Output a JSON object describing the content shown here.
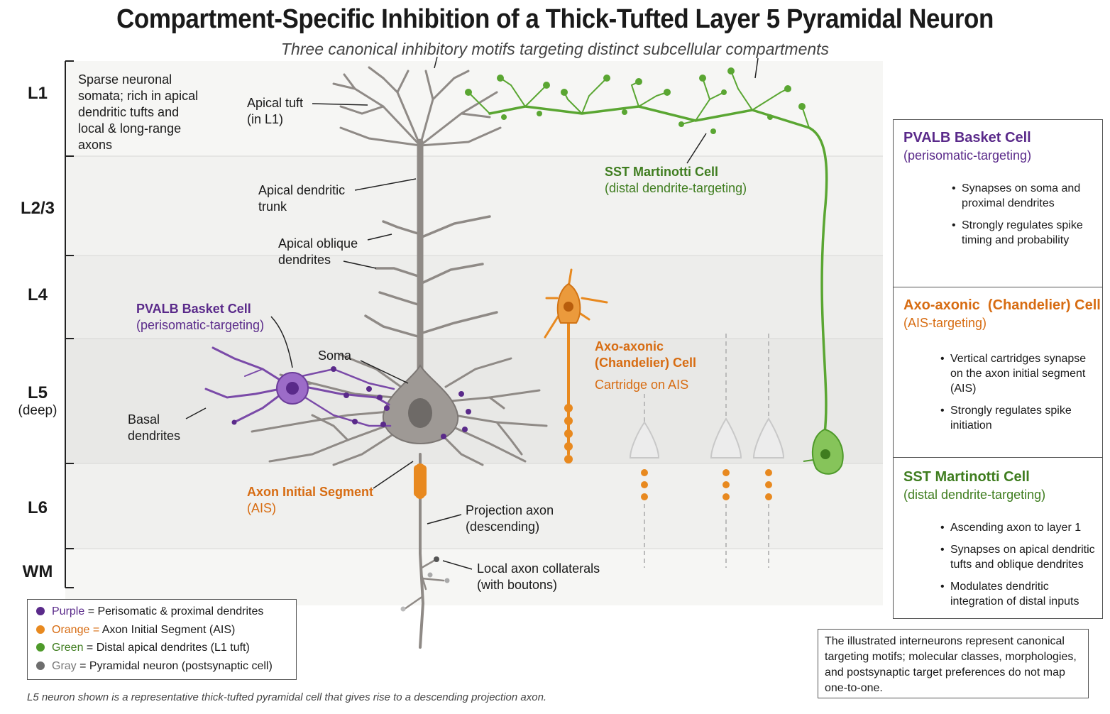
{
  "title": "Compartment-Specific Inhibition of a Thick-Tufted Layer 5 Pyramidal Neuron",
  "subtitle": "Three canonical inhibitory motifs targeting distinct subcellular compartments",
  "layers": [
    {
      "id": "L1",
      "label": "L1"
    },
    {
      "id": "L23",
      "label": "L2/3"
    },
    {
      "id": "L4",
      "label": "L4"
    },
    {
      "id": "L5",
      "label": "L5",
      "sub": "(deep)"
    },
    {
      "id": "L6",
      "label": "L6"
    },
    {
      "id": "WM",
      "label": "WM"
    }
  ],
  "l1_note": [
    "Sparse neuronal",
    "somata; rich in apical",
    "dendritic tufts and",
    "local & long-range",
    "axons"
  ],
  "annotations": {
    "apical_tuft": [
      "Apical tuft",
      "(in L1)"
    ],
    "apical_trunk": [
      "Apical dendritic",
      "trunk"
    ],
    "apical_oblique": [
      "Apical oblique",
      "dendrites"
    ],
    "soma": "Soma",
    "basal": [
      "Basal",
      "dendrites"
    ],
    "ais": [
      "Axon Initial Segment",
      "(AIS)"
    ],
    "projection_axon": [
      "Projection axon",
      "(descending)"
    ],
    "collaterals": [
      "Local axon collaterals",
      "(with boutons)"
    ],
    "pvalb": {
      "name": "PVALB Basket Cell",
      "target": "(perisomatic-targeting)"
    },
    "chandelier": {
      "name1": "Axo-axonic",
      "name2": "(Chandelier) Cell",
      "note": "Cartridge on AIS"
    },
    "sst": {
      "name": "SST Martinotti Cell",
      "target": "(distal dendrite-targeting)"
    }
  },
  "panels": [
    {
      "title": "PVALB Basket Cell",
      "subtitle": "(perisomatic-targeting)",
      "bullets": [
        "Synapses on soma and proximal dendrites",
        "Strongly regulates spike timing and probability"
      ]
    },
    {
      "title": "Axo-axonic  (Chandelier) Cell",
      "subtitle": "(AIS-targeting)",
      "bullets": [
        "Vertical cartridges synapse on the axon initial segment (AIS)",
        "Strongly regulates spike initiation"
      ]
    },
    {
      "title": "SST Martinotti Cell",
      "subtitle": "(distal dendrite-targeting)",
      "bullets": [
        "Ascending axon to layer 1",
        "Synapses on apical dendritic tufts and oblique dendrites",
        "Modulates dendritic integration of distal inputs"
      ]
    }
  ],
  "legend": [
    {
      "color_name": "Purple",
      "sep": " = ",
      "desc": "Perisomatic & proximal dendrites",
      "color": "#5a2a8a"
    },
    {
      "color_name": "Orange",
      "sep": " = ",
      "desc": "Axon Initial Segment (AIS)",
      "color": "#e8891f"
    },
    {
      "color_name": "Green",
      "sep": " = ",
      "desc": "Distal apical dendrites (L1 tuft)",
      "color": "#4e9a2a"
    },
    {
      "color_name": "Gray",
      "sep": " = ",
      "desc": "Pyramidal neuron (postsynaptic cell)",
      "color": "#6e6e6e"
    }
  ],
  "note": "The illustrated interneurons represent canonical targeting motifs; molecular classes, morphologies, and postsynaptic target preferences do not map one-to-one.",
  "footnote": "L5 neuron shown is a representative thick-tufted pyramidal cell that gives rise to a descending projection axon.",
  "colors": {
    "purple": "#5a2a8a",
    "orange": "#e8891f",
    "green": "#4e9a2a",
    "gray": "#8f8a86"
  }
}
